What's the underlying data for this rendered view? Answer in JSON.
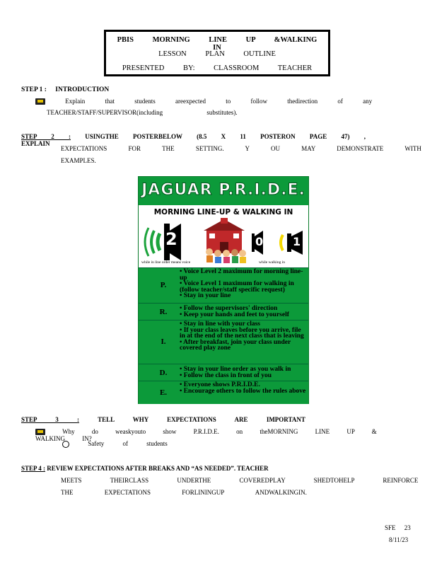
{
  "header": {
    "line1": "PBIS MORNING LINE UP &WALKING IN",
    "line2": "LESSON PLAN OUTLINE",
    "line3": "PRESENTED BY: CLASSROOM TEACHER"
  },
  "step1": {
    "label": "STEP 1 :",
    "title": "INTRODUCTION",
    "bullet": "Explain that students areexpected to follow thedirection of any",
    "bullet_cont": "TEACHER/STAFF/SUPERVISOR(including substitutes)."
  },
  "step2": {
    "label": "STEP 2 :",
    "line1": "USINGTHE POSTERBELOW (8.5 X 11 POSTERON PAGE 47) , EXPLAIN",
    "line2": "EXPECTATIONS FOR THE SETTING. Y OU MAY DEMONSTRATE WITH",
    "line3": "EXAMPLES."
  },
  "poster": {
    "title": "JAGUAR P.R.I.D.E.",
    "subtitle": "MORNING LINE-UP & WALKING IN",
    "level_left": "2",
    "level_mid": "0",
    "level_right": "1",
    "caption_left": "while in line order means voice",
    "caption_right": "while walking in",
    "rows": [
      {
        "letter": "P.",
        "items": [
          "Voice Level 2 maximum for morning line-up",
          "Voice Level 1 maximum for walking in (follow teacher/staff specific request)",
          "Stay in your line"
        ]
      },
      {
        "letter": "R.",
        "items": [
          "Follow the supervisors' direction",
          "Keep your hands and feet to yourself"
        ]
      },
      {
        "letter": "I.",
        "items": [
          "Stay in line with your class",
          "If your class leaves before you arrive, file in at the end of the next class that is leaving",
          "After breakfast, join your class under covered play zone"
        ]
      },
      {
        "letter": "D.",
        "items": [
          "Stay in your line order as you walk in",
          "Follow the class in front of you"
        ]
      },
      {
        "letter": "E.",
        "items": [
          "Everyone shows P.R.I.D.E.",
          "Encourage others to follow the rules above"
        ]
      }
    ]
  },
  "step3": {
    "label": "STEP 3 :",
    "line1": "TELL WHY EXPECTATIONS ARE IMPORTANT",
    "bullet": "Why do weaskyouto show P.R.I.D.E. on theMORNING LINE UP & WALKING IN?",
    "sub": "Safety of students"
  },
  "step4": {
    "label": "STEP 4 :",
    "line1": "REVIEW EXPECTATIONS AFTER BREAKS AND “AS NEEDED”. TEACHER",
    "line2": "MEETS THEIRCLASS UNDERTHE COVEREDPLAY SHEDTOHELP REINFORCE",
    "line3": "THE EXPECTATIONS FORLININGUP ANDWALKINGIN."
  },
  "footer": {
    "code": "SFE 23",
    "date": "8/11/23"
  },
  "colors": {
    "poster_green": "#0c9a3a",
    "school_red": "#c0282a"
  }
}
